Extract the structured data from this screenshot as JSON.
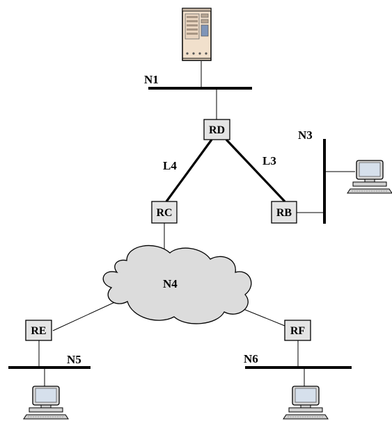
{
  "networks": {
    "n1": "N1",
    "n3": "N3",
    "n4": "N4",
    "n5": "N5",
    "n6": "N6"
  },
  "links": {
    "l4": "L4",
    "l3": "L3"
  },
  "routers": {
    "rd": "RD",
    "rc": "RC",
    "rb": "RB",
    "re": "RE",
    "rf": "RF"
  },
  "icons": {
    "server": "server-icon",
    "workstation": "workstation-icon",
    "cloud": "cloud-icon"
  },
  "colors": {
    "router_fill": "#e4e4e4",
    "cloud_fill": "#dcdcdc",
    "server_body": "#f2e2cf",
    "monitor": "#dcdcdc",
    "screen": "#d8e3ee"
  }
}
